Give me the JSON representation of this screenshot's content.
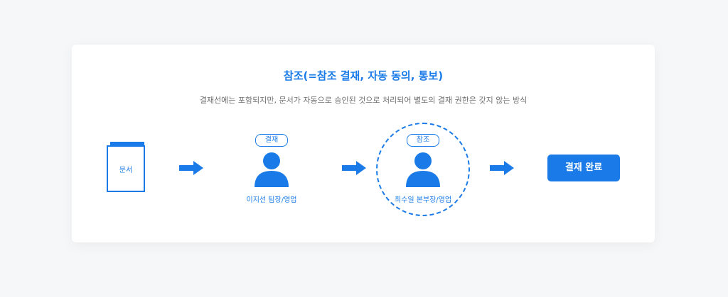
{
  "title": "참조(=참조 결재, 자동 동의, 통보)",
  "subtitle": "결재선에는 포함되지만, 문서가 자동으로 승인된 것으로 처리되어 별도의 결재 권한은 갖지 않는 방식",
  "document": {
    "label": "문서"
  },
  "approver": {
    "tag": "결재",
    "name": "이지선 팀장/영업"
  },
  "reference": {
    "tag": "참조",
    "name": "최수일 본부장/영업"
  },
  "complete_button": {
    "label": "결재 완료"
  },
  "colors": {
    "accent": "#1a7be8",
    "background": "#f6f7f9",
    "card": "#ffffff"
  },
  "icons": [
    "document-icon",
    "arrow-right-icon",
    "person-icon",
    "dashed-circle"
  ]
}
